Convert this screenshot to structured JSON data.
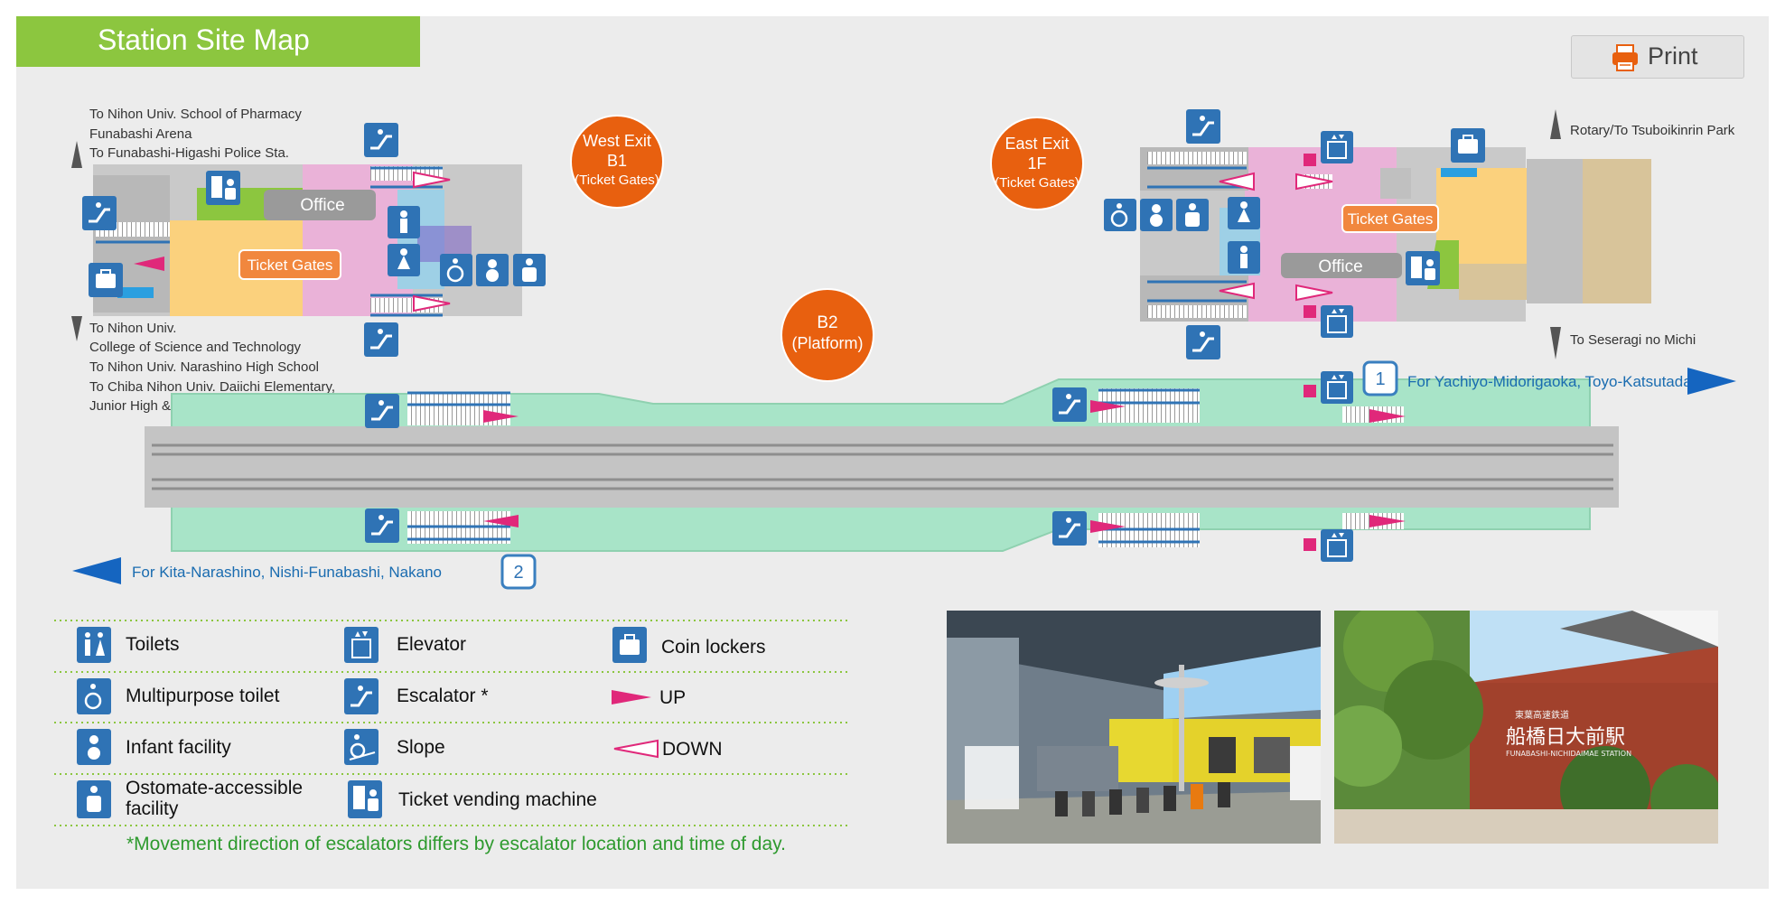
{
  "title": "Station Site Map",
  "print_label": "Print",
  "colors": {
    "title_bar": "#8cc63f",
    "exit_circle": "#e8600f",
    "platform": "#a8e4c8",
    "concourse_pink": "#eab2d8",
    "ticket_area_orange": "#fbd17d",
    "icon_blue": "#2f73b5",
    "arrow_up_pink": "#e0287a",
    "direction_blue": "#1565c0",
    "legend_dotted_green": "#8cc63f"
  },
  "exits": {
    "west": {
      "l1": "West Exit",
      "l2": "B1",
      "l3": "(Ticket Gates)"
    },
    "east": {
      "l1": "East Exit",
      "l2": "1F",
      "l3": "(Ticket Gates)"
    },
    "b2": {
      "l1": "B2",
      "l2": "(Platform)"
    }
  },
  "west_labels": {
    "office": "Office",
    "ticket_gates": "Ticket Gates",
    "top_dest": [
      "To Nihon Univ. School of Pharmacy",
      "Funabashi Arena",
      "To Funabashi-Higashi Police Sta."
    ],
    "bottom_dest": [
      "To Nihon Univ.",
      "College of Science and Technology",
      "To Nihon Univ. Narashino High School",
      "To Chiba Nihon Univ. Daiichi Elementary,",
      "Junior High & High Schools"
    ]
  },
  "east_labels": {
    "office": "Office",
    "ticket_gates": "Ticket Gates",
    "top_dest": "Rotary/To Tsuboikinrin Park",
    "bottom_dest": "To Seseragi no Michi"
  },
  "platform_directions": {
    "track1": {
      "number": "1",
      "label": "For Yachiyo-Midorigaoka, Toyo-Katsutadai"
    },
    "track2": {
      "number": "2",
      "label": "For Kita-Narashino, Nishi-Funabashi, Nakano"
    }
  },
  "legend": {
    "col1": [
      {
        "icon": "toilets-icon",
        "label": "Toilets"
      },
      {
        "icon": "multipurpose-toilet-icon",
        "label": "Multipurpose toilet"
      },
      {
        "icon": "infant-facility-icon",
        "label": "Infant facility"
      },
      {
        "icon": "ostomate-icon",
        "label_l1": "Ostomate-accessible",
        "label_l2": "facility"
      }
    ],
    "col2": [
      {
        "icon": "elevator-icon",
        "label": "Elevator"
      },
      {
        "icon": "escalator-icon",
        "label": "Escalator *"
      },
      {
        "icon": "slope-icon",
        "label": "Slope"
      },
      {
        "icon": "ticket-vending-machine-icon",
        "label": "Ticket vending machine"
      }
    ],
    "col3": [
      {
        "icon": "coin-lockers-icon",
        "label": "Coin lockers"
      },
      {
        "icon": "up-arrow-icon",
        "label": "UP"
      },
      {
        "icon": "down-arrow-icon",
        "label": "DOWN"
      }
    ]
  },
  "note": "*Movement direction of escalators differs by escalator location and time of day.",
  "photo2_sign": {
    "top": "東葉高速鉄道",
    "main": "船橋日大前駅",
    "romaji": "FUNABASHI-NICHIDAIMAE STATION"
  }
}
